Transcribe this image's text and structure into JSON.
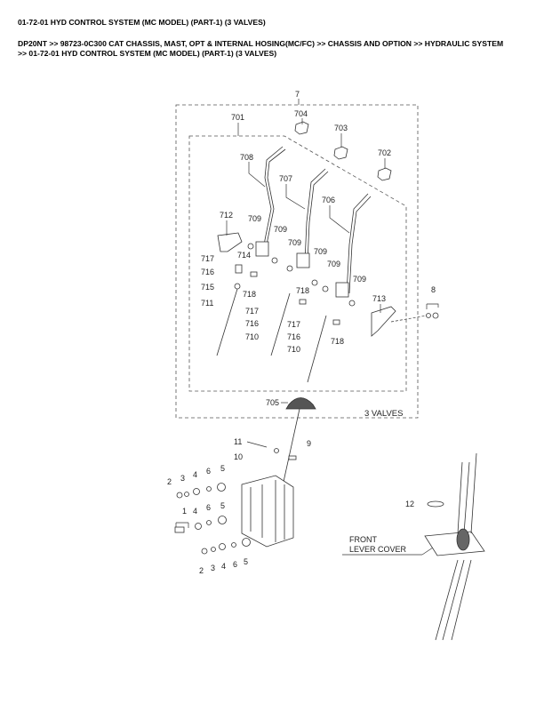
{
  "header": {
    "title": "01-72-01 HYD CONTROL SYSTEM (MC MODEL) (PART-1) (3 VALVES)",
    "breadcrumb_line1": "DP20NT >> 98723-0C300 CAT CHASSIS, MAST, OPT & INTERNAL HOSING(MC/FC) >> CHASSIS AND OPTION >> HYDRAULIC SYSTEM",
    "breadcrumb_line2": ">> 01-72-01 HYD CONTROL SYSTEM (MC MODEL) (PART-1) (3 VALVES)"
  },
  "diagram": {
    "group_outer_label": "7",
    "group_inner_label": "701",
    "group_note": "3 VALVES",
    "knobs": [
      "704",
      "703",
      "702"
    ],
    "levers": [
      "708",
      "707",
      "706"
    ],
    "bracket": "712",
    "bushing_label": "709",
    "linkage": {
      "l717": "717",
      "l716": "716",
      "l714": "714",
      "l715": "715",
      "l711": "711",
      "l718": "718",
      "l710": "710",
      "l713": "713",
      "l8": "8"
    },
    "boot": "705",
    "valve": {
      "l11": "11",
      "l10": "10",
      "l9": "9",
      "l1": "1",
      "l2": "2",
      "l3": "3",
      "l4": "4",
      "l5": "5",
      "l6": "6"
    },
    "cover": {
      "l12": "12",
      "front": "FRONT",
      "lever_cover": "LEVER COVER"
    }
  }
}
